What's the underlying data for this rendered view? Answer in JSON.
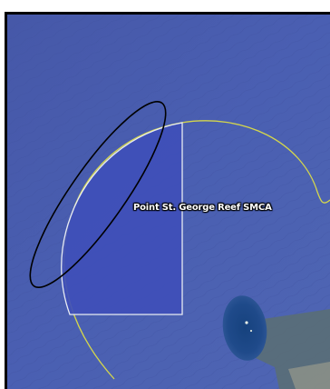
{
  "map": {
    "area_label": "Point St. George Reef SMCA",
    "colors": {
      "ocean": "#4a5fb0",
      "protected_area_fill": "#3f4fb5",
      "protected_area_outline": "#e8ecf2",
      "boundary_line": "#d8d84a",
      "annotation_ellipse": "#000000",
      "dark_water_patch": "#1f4a8a",
      "land_patch": "#5c7070",
      "frame": "#000000"
    },
    "icons": {
      "annotation": "ellipse-annotation",
      "area": "protected-area-polygon"
    }
  }
}
